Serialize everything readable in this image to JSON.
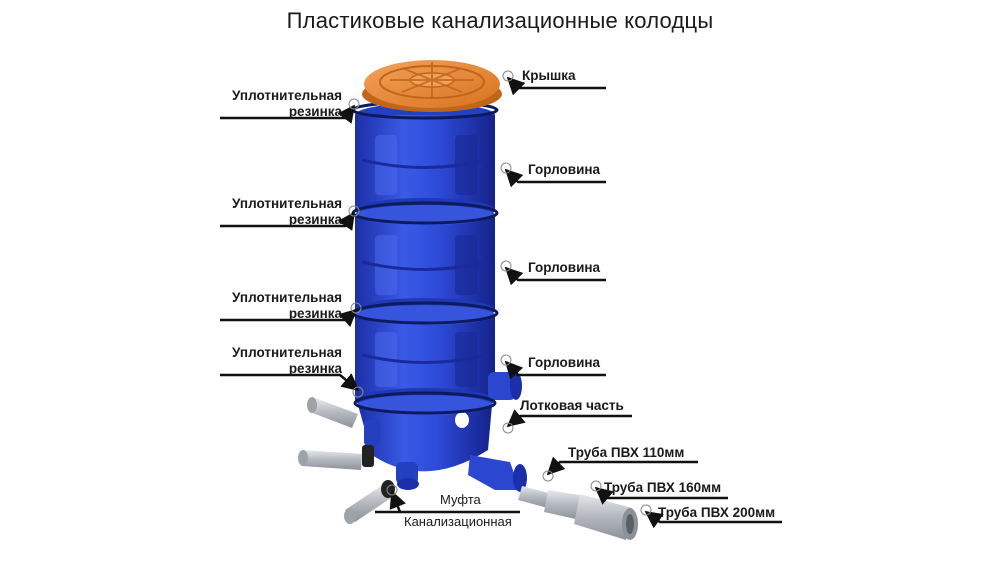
{
  "title": "Пластиковые канализационные колодцы",
  "labels": {
    "lid": "Крышка",
    "neck1": "Горловина",
    "neck2": "Горловина",
    "neck3": "Горловина",
    "tray": "Лотковая часть",
    "pipe110": "Труба ПВХ 110мм",
    "pipe160": "Труба ПВХ 160мм",
    "pipe200": "Труба ПВХ 200мм",
    "seal1_l1": "Уплотнительная",
    "seal1_l2": "резинка",
    "seal2_l1": "Уплотнительная",
    "seal2_l2": "резинка",
    "seal3_l1": "Уплотнительная",
    "seal3_l2": "резинка",
    "seal4_l1": "Уплотнительная",
    "seal4_l2": "резинка",
    "coupling_l1": "Муфта",
    "coupling_l2": "Канализационная"
  },
  "colors": {
    "blue": "#2f4fd8",
    "blue_dark": "#1a2fa8",
    "blue_light": "#6b86f0",
    "orange": "#e8862c",
    "orange_dark": "#c0661a",
    "grey": "#b9bcc2",
    "black": "#111111"
  }
}
